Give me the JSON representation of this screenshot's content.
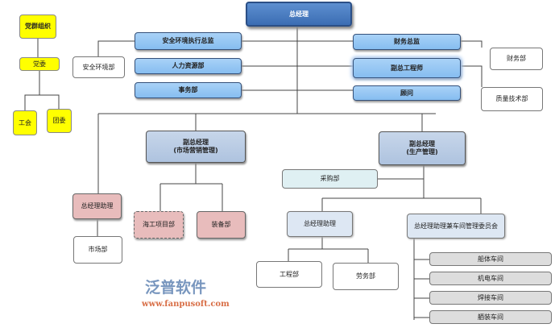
{
  "top": "总经理",
  "party": {
    "org": "党群组织",
    "committee": "党委",
    "union": "工会",
    "youth": "团委"
  },
  "left_staff": [
    "安全环境执行总监",
    "人力资源部",
    "事务部"
  ],
  "right_staff": [
    "财务总监",
    "副总工程师",
    "顾问"
  ],
  "safety_dept": "安全环境部",
  "finance_dept": "财务部",
  "quality_dept": "质量技术部",
  "vp_market": {
    "line1": "副总经理",
    "line2": "(市场营销管理)"
  },
  "vp_production": {
    "line1": "副总经理",
    "line2": "(生产管理)"
  },
  "gm_assistant_left": "总经理助理",
  "market_dept": "市场部",
  "offshore_dept": "海工项目部",
  "equipment_dept": "装备部",
  "purchasing_dept": "采购部",
  "gm_assistant_prod": "总经理助理",
  "workshop_committee": "总经理助理兼车间管理委员会",
  "engineering_dept": "工程部",
  "labor_dept": "劳务部",
  "workshops": [
    "船体车间",
    "机电车间",
    "焊接车间",
    "舾装车间"
  ],
  "watermark": {
    "name": "泛普软件",
    "url": "www.fanpusoft.com"
  }
}
